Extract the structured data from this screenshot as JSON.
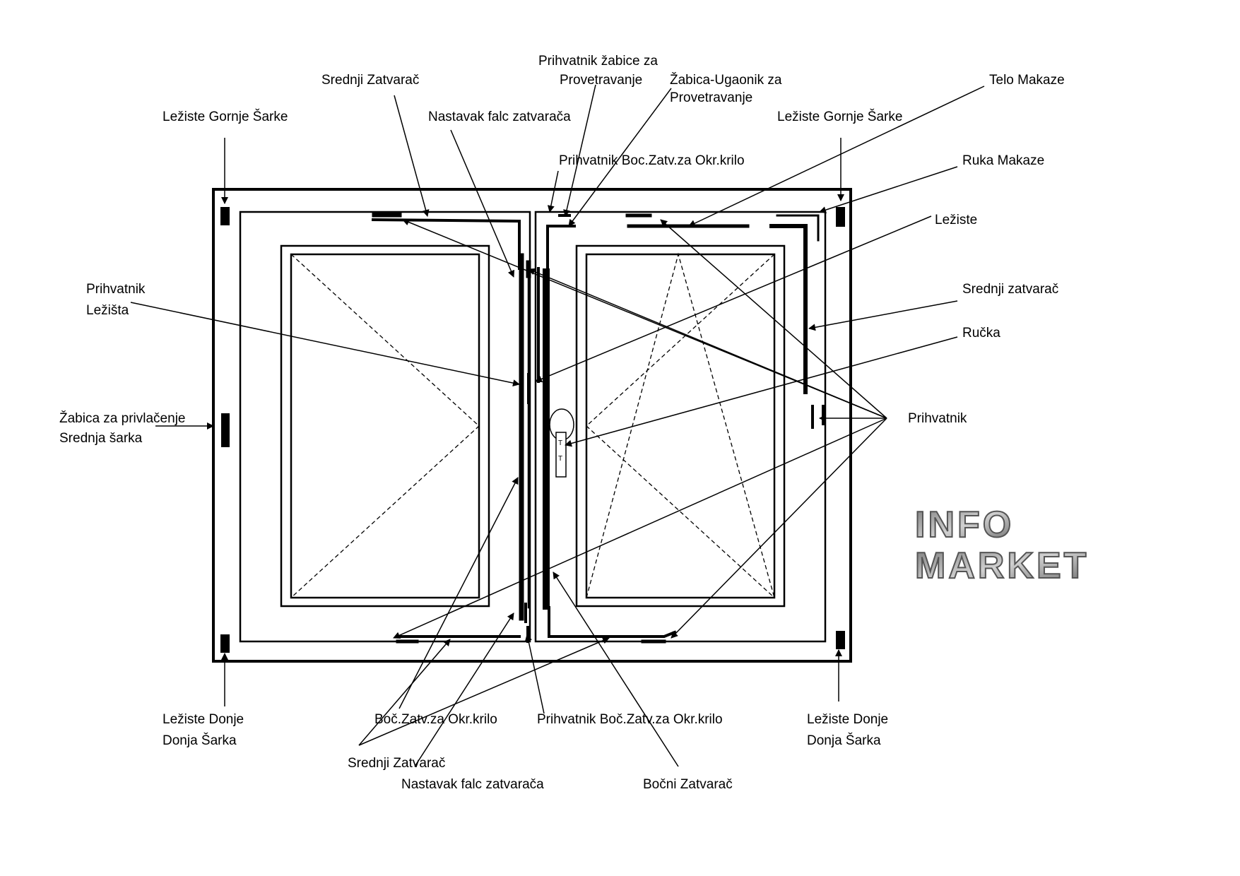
{
  "labels": {
    "srednji_zatvarac_top": "Srednji Zatvarač",
    "prihvatnik_zabice_l1": "Prihvatnik žabice za",
    "prihvatnik_zabice_l2": "Provetravanje",
    "zabica_ugaonik_l1": "Žabica-Ugaonik za",
    "zabica_ugaonik_l2": "Provetravanje",
    "telo_makaze": "Telo Makaze",
    "leziste_gornje_left": "Ležiste Gornje Šarke",
    "nastavak_falc_top": "Nastavak falc zatvarača",
    "leziste_gornje_right": "Ležiste Gornje Šarke",
    "ruka_makaze": "Ruka Makaze",
    "prihvatnik_boc_top": "Prihvatnik Boc.Zatv.za Okr.krilo",
    "leziste": "Ležiste",
    "prihvatnik_lezista_l1": "Prihvatnik",
    "prihvatnik_lezista_l2": "Ležišta",
    "srednji_zatvarac_right": "Srednji zatvarač",
    "rucka": "Ručka",
    "zabica_privlacenje": "Žabica za privlačenje",
    "srednja_sarka": "Srednja šarka",
    "prihvatnik": "Prihvatnik",
    "leziste_donje_left_l1": "Ležiste Donje",
    "leziste_donje_left_l2": "Donja Šarka",
    "boc_zatv_okr": "Boč.Zatv.za Okr.krilo",
    "prihvatnik_boc_bottom": "Prihvatnik Boč.Zatv.za Okr.krilo",
    "leziste_donje_right_l1": "Ležiste Donje",
    "leziste_donje_right_l2": "Donja Šarka",
    "srednji_zatvarac_bottom": "Srednji Zatvarač",
    "nastavak_falc_bottom": "Nastavak falc zatvarača",
    "bocni_zatvarac": "Bočni Zatvarač"
  },
  "logo": {
    "line1": "INFO",
    "line2": "MARKET"
  },
  "colors": {
    "ink": "#000000",
    "logo_dark": "#5a5a5a",
    "logo_light": "#b8b8b8"
  }
}
